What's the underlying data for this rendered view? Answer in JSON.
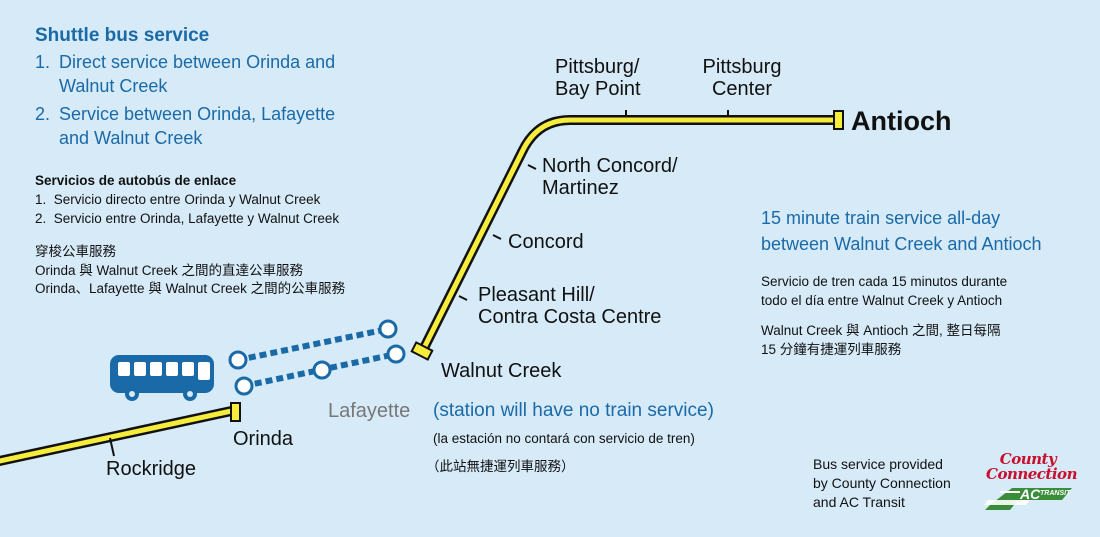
{
  "shuttle_en": {
    "title": "Shuttle bus service",
    "item1_num": "1.",
    "item1": "Direct service between Orinda and Walnut Creek",
    "item2_num": "2.",
    "item2": "Service between Orinda, Lafayette and Walnut Creek"
  },
  "shuttle_es": {
    "title": "Servicios de autobús de enlace",
    "item1": "1.  Servicio directo entre Orinda y Walnut Creek",
    "item2": "2.  Servicio entre Orinda, Lafayette y Walnut Creek"
  },
  "shuttle_zh": {
    "title": "穿梭公車服務",
    "item1": "Orinda 與 Walnut Creek 之間的直達公車服務",
    "item2": "Orinda、Lafayette 與 Walnut Creek 之間的公車服務"
  },
  "stations": {
    "pittsburg_bay_point_1": "Pittsburg/",
    "pittsburg_bay_point_2": "Bay Point",
    "pittsburg_center_1": "Pittsburg",
    "pittsburg_center_2": "Center",
    "antioch": "Antioch",
    "north_concord_1": "North Concord/",
    "north_concord_2": "Martinez",
    "concord": "Concord",
    "pleasant_hill_1": "Pleasant Hill/",
    "pleasant_hill_2": "Contra Costa Centre",
    "walnut_creek": "Walnut Creek",
    "lafayette": "Lafayette",
    "orinda": "Orinda",
    "rockridge": "Rockridge"
  },
  "lafayette_note": {
    "en": "(station will have no train service)",
    "es": "(la estación no contará con servicio de tren)",
    "zh": "（此站無捷運列車服務）"
  },
  "train_service": {
    "en_1": "15 minute train service all-day",
    "en_2": "between Walnut Creek and Antioch",
    "es_1": "Servicio de tren cada 15 minutos durante",
    "es_2": "todo el día entre Walnut Creek y Antioch",
    "zh_1": "Walnut Creek 與 Antioch 之間, 整日每隔",
    "zh_2": "15 分鐘有捷運列車服務"
  },
  "bus_provider": {
    "line1": "Bus service provided",
    "line2": "by County Connection",
    "line3": "and AC Transit"
  },
  "logos": {
    "county_connection_1": "County",
    "county_connection_2": "Connection",
    "ac_transit": "AC",
    "ac_transit_small": "TRANSIT"
  },
  "icons": {
    "bus": "bus-icon",
    "terminus": "terminus-bar-icon",
    "shuttle_stop": "shuttle-stop-icon"
  },
  "colors": {
    "background": "#d6eaf8",
    "rail_line": "#f5ec3c",
    "shuttle": "#1a6aa8",
    "text_blue": "#1a6aa8",
    "cc_red": "#c8102e",
    "ac_green": "#3a8d3a"
  }
}
